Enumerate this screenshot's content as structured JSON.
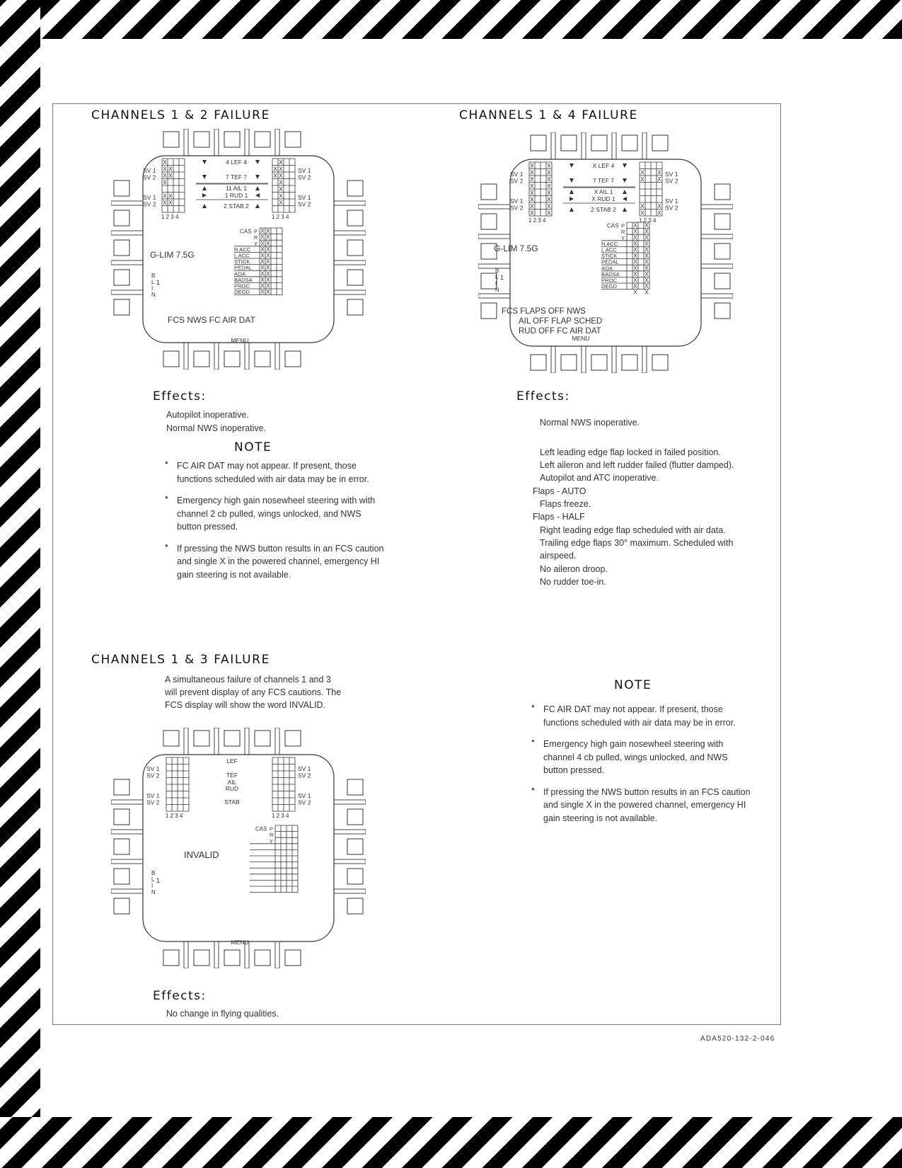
{
  "figure_id": "ADA520-132-2-046",
  "panels": {
    "ch12": {
      "title": "CHANNELS 1 & 2 FAILURE",
      "display": {
        "sv_labels": [
          "SV 1",
          "SV 2",
          "SV 1",
          "SV 2"
        ],
        "channel_numbers": "1 2 3 4",
        "surfaces": [
          "4 LEF 4",
          "7 TEF 7",
          "11 AIL 1",
          "1 RUD 1",
          "2 STAB 2"
        ],
        "glim": "G-LIM 7.5G",
        "blin": "B L I N",
        "blin_num": "1",
        "cas_label": "CAS",
        "cas_axes": [
          "P",
          "R",
          "Y"
        ],
        "rows": [
          "N ACC",
          "L ACC",
          "STICK",
          "PEDAL",
          "AOA",
          "BADSA",
          "PROC",
          "DEGD"
        ],
        "bottom_lines": [
          "FCS    NWS      FC AIR DAT"
        ],
        "menu": "MENU"
      },
      "effects_title": "Effects:",
      "effects": [
        "Autopilot inoperative.",
        "Normal NWS inoperative."
      ],
      "note_title": "NOTE",
      "notes": [
        "FC AIR DAT may not appear.  If present, those functions scheduled with air data may be in error.",
        "Emergency high gain nosewheel steering with with channel 2 cb pulled, wings unlocked, and NWS button pressed.",
        "If pressing the NWS button results in an FCS caution and single X in the powered channel, emergency HI gain steering is not available."
      ]
    },
    "ch14": {
      "title": "CHANNELS 1 & 4 FAILURE",
      "display": {
        "sv_labels": [
          "SV 1",
          "SV 2",
          "SV 1",
          "SV 2"
        ],
        "channel_numbers": "1 2 3 4",
        "surfaces": [
          "X LEF 4",
          "7 TEF 7",
          "X AIL 1",
          "X RUD 1",
          "2 STAB 2"
        ],
        "glim": "G-LIM 7.5G",
        "blin": "B L I N",
        "blin_num": "1",
        "cas_label": "CAS",
        "cas_axes": [
          "P",
          "R",
          "Y"
        ],
        "rows": [
          "N ACC",
          "L ACC",
          "STICK",
          "PEDAL",
          "AOA",
          "BADSA",
          "PROC",
          "DEGD"
        ],
        "bottom_lines": [
          "FCS  FLAPS OFF  NWS",
          "AIL OFF  FLAP SCHED",
          "RUD OFF  FC AIR DAT"
        ],
        "menu": "MENU"
      },
      "effects_title": "Effects:",
      "effects": [
        "Normal NWS inoperative.",
        "Left leading edge flap locked in failed position.",
        "Left aileron and left rudder failed (flutter damped).",
        "Autopilot and ATC inoperative.",
        "Flaps - AUTO",
        "Flaps freeze.",
        "Flaps - HALF",
        "Right leading edge flap scheduled with air data.",
        "Trailing edge flaps 30° maximum.  Scheduled with",
        "airspeed.",
        "No aileron droop.",
        "No rudder toe-in."
      ],
      "note_title": "NOTE",
      "notes": [
        "FC AIR DAT may not appear.  If present, those functions scheduled with air data may be in error.",
        "Emergency high gain nosewheel steering with channel 4 cb pulled, wings unlocked, and NWS button pressed.",
        "If pressing the NWS button results in an FCS caution and single X in the powered channel, emergency HI gain steering is not available."
      ]
    },
    "ch13": {
      "title": "CHANNELS 1 & 3 FAILURE",
      "description": [
        "A simultaneous failure of channels 1 and 3",
        "will prevent display of any FCS cautions.  The",
        "FCS display will show the word INVALID."
      ],
      "display": {
        "sv_labels": [
          "SV 1",
          "SV 2",
          "SV 1",
          "SV 2"
        ],
        "channel_numbers": "1 2 3 4",
        "surfaces": [
          "LEF",
          "TEF",
          "AIL",
          "RUD",
          "STAB"
        ],
        "invalid": "INVALID",
        "blin": "B L I N",
        "blin_num": "1",
        "cas_label": "CAS",
        "cas_axes": [
          "P",
          "R",
          "Y"
        ],
        "menu": "MENU"
      },
      "effects_title": "Effects:",
      "effects": [
        "No change in flying qualities."
      ]
    }
  }
}
